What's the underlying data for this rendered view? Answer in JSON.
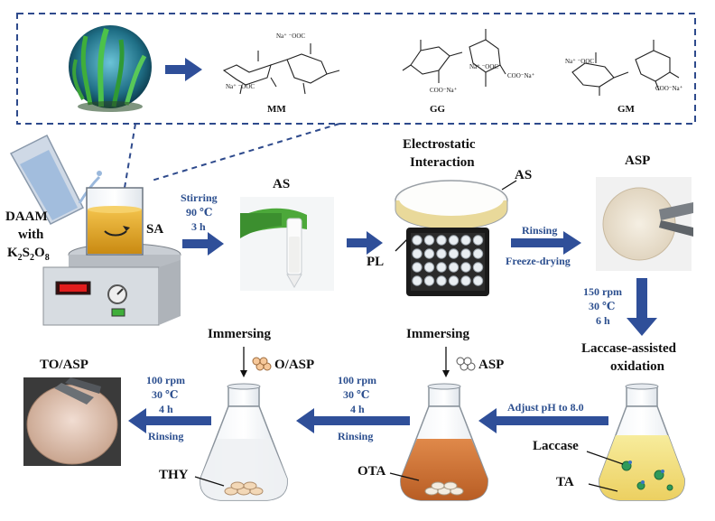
{
  "top_panel": {
    "structures": [
      {
        "label": "MM"
      },
      {
        "label": "GG"
      },
      {
        "label": "GM"
      }
    ],
    "ion_labels": [
      "Na⁺ ⁻OOC",
      "Na⁺ ⁻OOC",
      "COO⁻Na⁺",
      "Na⁺ ⁻OOC",
      "COO⁻Na⁺",
      "COO⁻Na⁺",
      "Na⁺ ⁻OOC"
    ]
  },
  "step1": {
    "reagent_line1": "DAAM",
    "reagent_line2": "with",
    "reagent_line3_main": "K",
    "reagent_line3_sub1": "2",
    "reagent_line3_mid": "S",
    "reagent_line3_sub2": "2",
    "reagent_line3_end": "O",
    "reagent_line3_sub3": "8",
    "beaker_label": "SA",
    "conditions": [
      "Stirring",
      "90 ℃",
      "3 h"
    ]
  },
  "step2": {
    "label": "AS"
  },
  "step3": {
    "title_line1": "Electrostatic",
    "title_line2": "Interaction",
    "dish_label": "AS",
    "plate_label": "PL"
  },
  "step4": {
    "arrow_top": "Rinsing",
    "arrow_bottom": "Freeze-drying",
    "label": "ASP"
  },
  "step5": {
    "conditions": [
      "150 rpm",
      "30 ℃",
      "6 h"
    ],
    "title_line1": "Laccase-assisted",
    "title_line2": "oxidation",
    "enzyme_label": "Laccase",
    "solution_label": "TA"
  },
  "step6": {
    "arrow_label": "Adjust pH to 8.0",
    "immersing": "Immersing",
    "sample_label": "ASP",
    "solution_label": "OTA"
  },
  "step7": {
    "conditions": [
      "100 rpm",
      "30 ℃",
      "4 h"
    ],
    "rinsing": "Rinsing",
    "immersing": "Immersing",
    "sample_label": "O/ASP",
    "solution_label": "THY"
  },
  "step8": {
    "conditions": [
      "100 rpm",
      "30 ℃",
      "4 h"
    ],
    "rinsing": "Rinsing",
    "label": "TO/ASP"
  },
  "colors": {
    "arrow_blue": "#2f4f99",
    "dash_blue": "#2e4a8c",
    "sa_yellow": "#e0a21c",
    "ota_orange": "#c9702e",
    "ta_yellow": "#f1e08a"
  }
}
